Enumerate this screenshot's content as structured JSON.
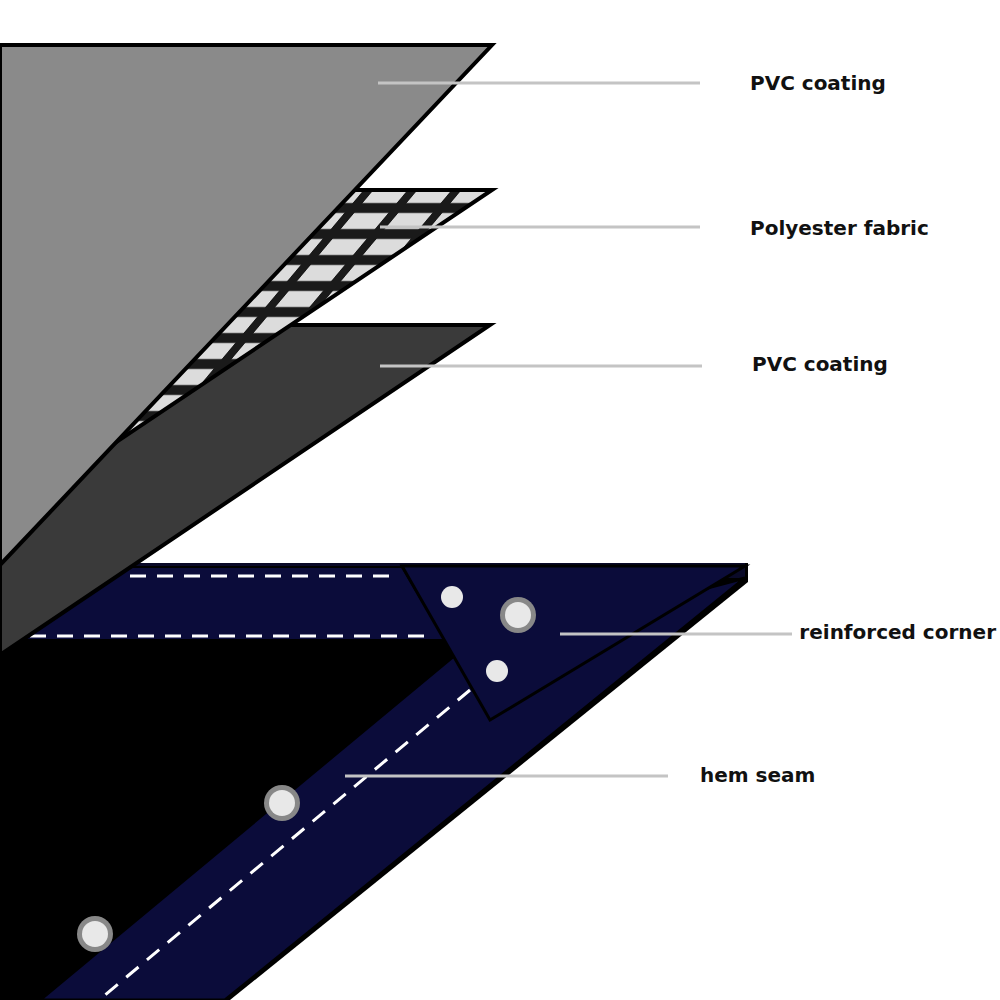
{
  "diagram": {
    "labels": [
      "PVC coating",
      "Polyester fabric",
      "PVC coating",
      "reinforced corner",
      "hem seam"
    ]
  }
}
